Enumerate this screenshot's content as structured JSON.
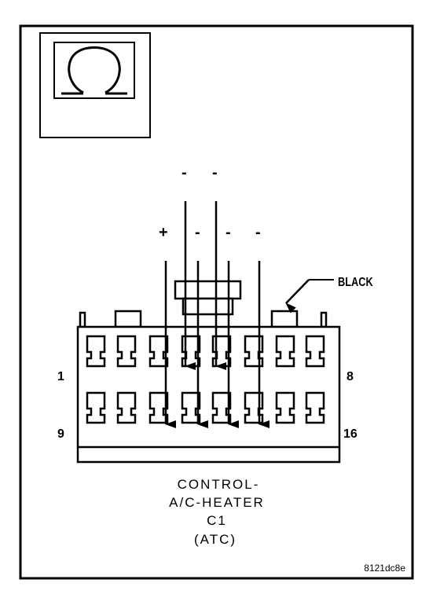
{
  "connector": {
    "color_label": "BLACK",
    "pin_left_top": "1",
    "pin_right_top": "8",
    "pin_left_bottom": "9",
    "pin_right_bottom": "16"
  },
  "signs": {
    "upper": [
      "-",
      "-"
    ],
    "lower": [
      "+",
      "-",
      "-",
      "-"
    ]
  },
  "caption": {
    "line1": "CONTROL-",
    "line2": "A/C-HEATER",
    "line3": "C1",
    "line4": "(ATC)"
  },
  "figure_id": "8121dc8e",
  "icon": {
    "name": "ohm-symbol"
  }
}
